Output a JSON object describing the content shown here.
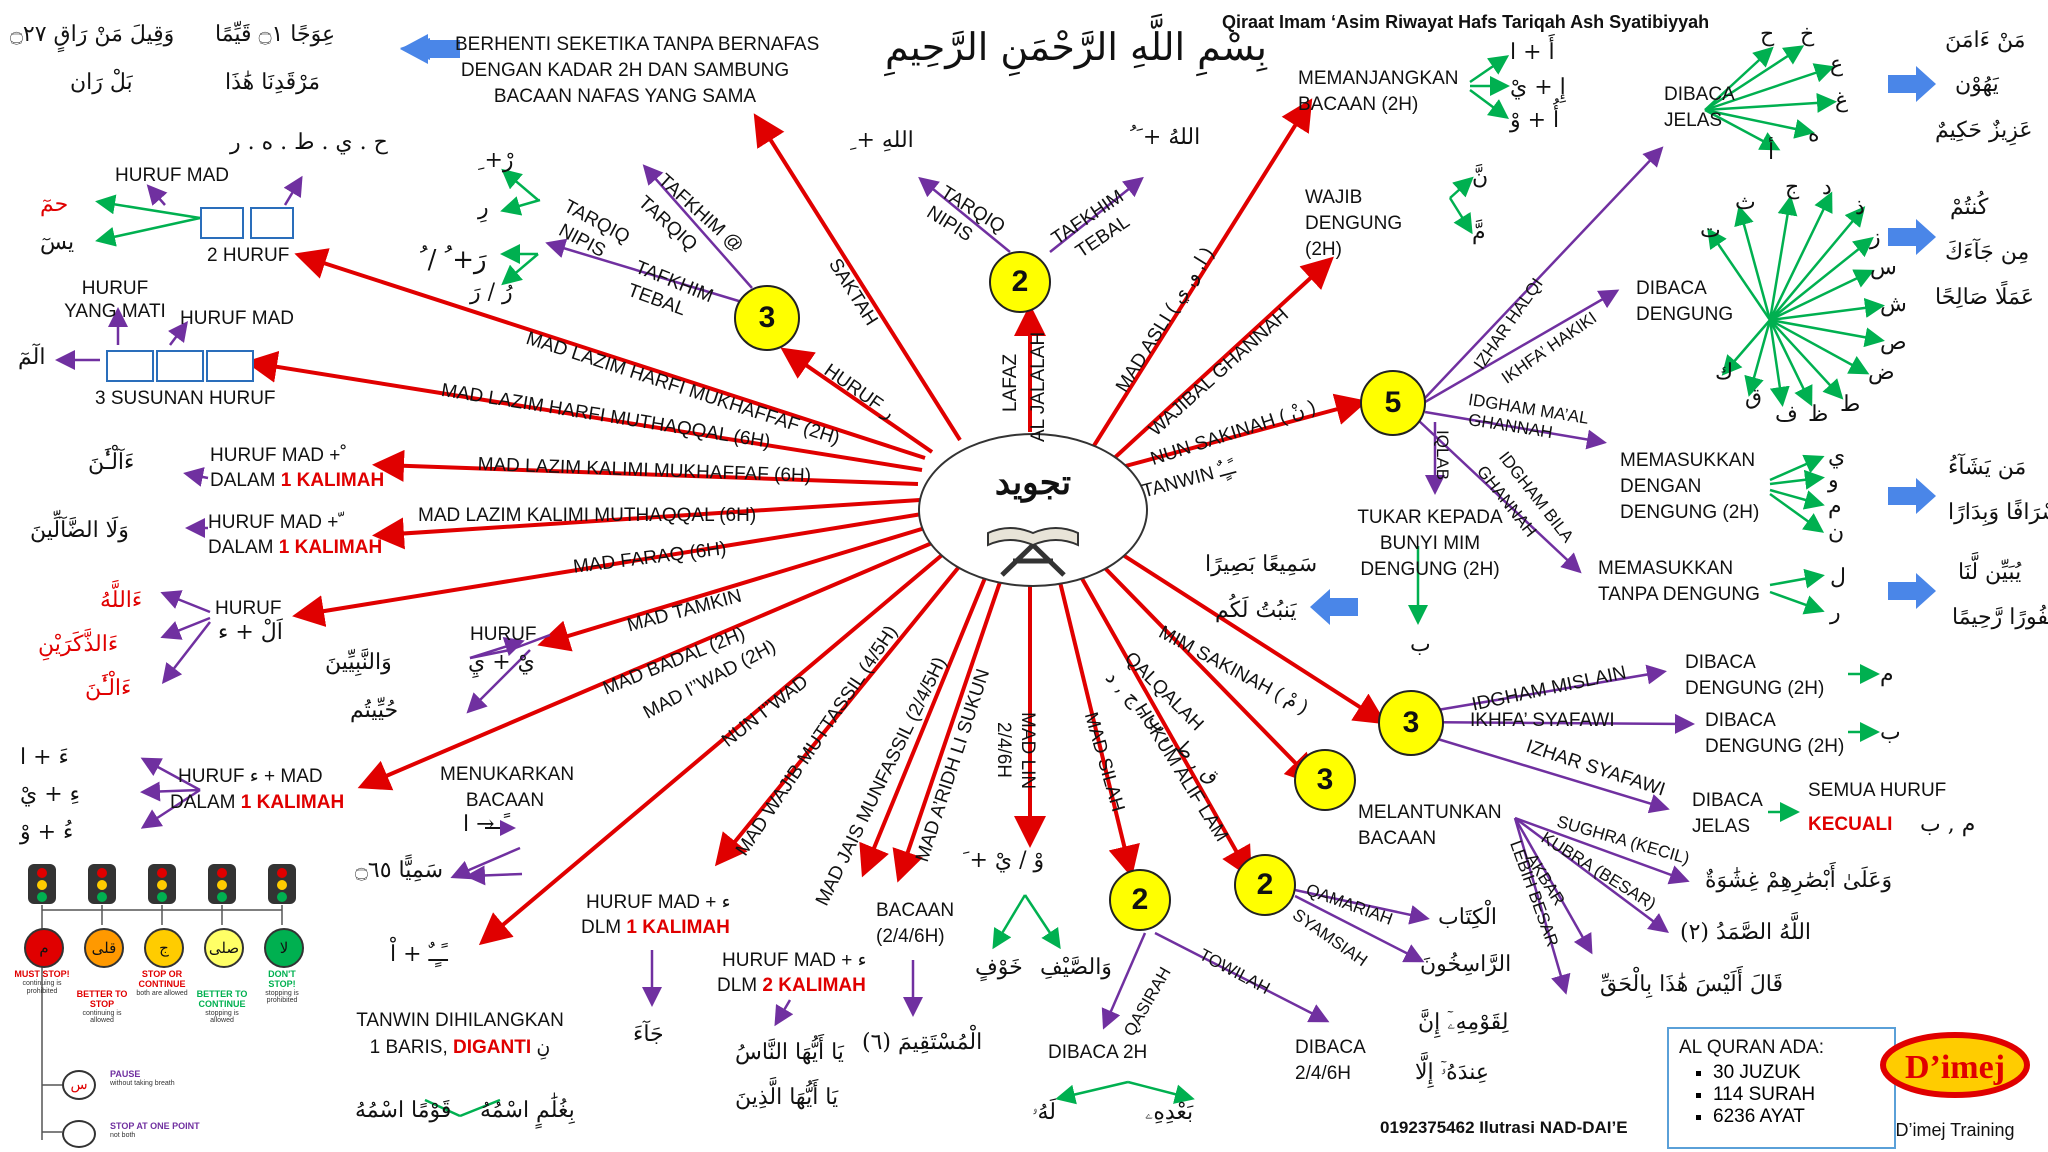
{
  "colors": {
    "red": "#e00000",
    "purple": "#7030a0",
    "green": "#00b050",
    "blue": "#4a86e8",
    "yellow": "#ffff00"
  },
  "header": {
    "basmalah": "بِسْمِ اللَّهِ الرَّحْمَنِ الرَّحِيمِ",
    "subtitle": "Qiraat Imam ‘Asim Riwayat Hafs Tariqah Ash Syatibiyyah"
  },
  "center": {
    "title": "تجويد",
    "icon": "quran-book-icon"
  },
  "badges": {
    "b3_top": "3",
    "b2_top": "2",
    "b5": "5",
    "b3_mim": "3",
    "b3_qal": "3",
    "b2_alif": "2",
    "b2_madsilah": "2"
  },
  "branches": {
    "saktah": "SAKTAH",
    "huruf_ra": "HURUF ر",
    "lafaz": "LAFAZ",
    "aljalalah": "AL JALALAH",
    "mad_asli": "MAD ASLI ( ا, و, ي )",
    "wajibal": "WAJIBAL GHANNAH",
    "nun_sakinah": "NUN SAKINAH ( نْ )",
    "tanwin": "TANWIN ـًـٍـٌ",
    "mad_lazim_hk": "MAD LAZIM HARFI MUKHAFFAF (2H)",
    "mad_lazim_hm": "MAD LAZIM HARFI MUTHAQQAL (6H)",
    "mad_lazim_kk": "MAD LAZIM KALIMI MUKHAFFAF (6H)",
    "mad_lazim_km": "MAD LAZIM KALIMI MUTHAQQAL (6H)",
    "mad_faraq": "MAD  FARAQ (6H)",
    "mad_tamkin": "MAD  TAMKIN",
    "mad_badal": "MAD  BADAL (2H)",
    "mad_iwad": "MAD  I’’WAD (2H)",
    "nun_iwad": "NUN I’’WAD",
    "mad_wajib": "MAD WAJIB MUTTASSIL (4/5H)",
    "mad_jais": "MAD JAIS MUNFASSIL (2/4/5H)",
    "mad_aridh": "MAD A’RIDH LI SUKUN",
    "mad_lin": "MAD LIN",
    "mad_lin_h": "2/4/6H",
    "mad_silah": "MAD SILAH",
    "hukum_alif": "HUKUM ALIF LAM",
    "qalqalah": "QALQALAH",
    "qalqalah_letters": "ق , ط , ب , ج , د",
    "mim_sakinah": "MIM SAKINAH ( مْ )"
  },
  "top_left": {
    "saktah_desc": [
      "BERHENTI SEKETIKA TANPA BERNAFAS",
      "DENGAN KADAR 2H DAN SAMBUNG",
      "BACAAN NAFAS YANG SAMA"
    ],
    "saktah_ar1": "وَقِيلَ مَنْ رَاقٍ ۝٢٧",
    "saktah_ar2": "بَلْ رَان",
    "saktah_ar3": "عِوَجًا ۝١ قَيِّمًا",
    "saktah_ar4": "مَرْقَدِنَا هَٰذَا",
    "huruf_letters": "ح . ي . ط . ه . ر",
    "huruf_mad": "HURUF MAD",
    "two_huruf": "2 HURUF",
    "two_ar1": "حمٓ",
    "two_ar2": "يسٓ",
    "huruf_yang_mati": [
      "HURUF",
      "YANG MATI"
    ],
    "huruf_mad2": "HURUF MAD",
    "three_susunan": "3 SUSUNAN HURUF",
    "three_ar": "الٓمٓ",
    "tarqiq": "TARQIQ",
    "nipis": "NIPIS",
    "tafkhim": "TAFKHIM",
    "tebal": "TEBAL",
    "tafkhim_at": "TAFKHIM @",
    "tarqiq2": "TARQIQ",
    "ra1": "رْ+ ِ",
    "ra2": "رِ",
    "ra3": "رَ+ ُ / ُ",
    "ra4": "رُ / رَ"
  },
  "top_center": {
    "tarqiq": "TARQIQ",
    "nipis": "NIPIS",
    "tafkhim": "TAFKHIM",
    "tebal": "TEBAL",
    "left_ar": "اللهِ + ِ",
    "right_ar": "اللهُ + َ ُ"
  },
  "top_right": {
    "memanjangkan": [
      "MEMANJANGKAN",
      "BACAAN (2H)"
    ],
    "mad_ar1": "أَ + ا",
    "mad_ar2": "إِ + يْ",
    "mad_ar3": "أُ + وْ",
    "wajib": [
      "WAJIB",
      "DENGUNG",
      "(2H)"
    ],
    "wajib_ar1": "نَّ",
    "wajib_ar2": "مَّ",
    "dibaca_jelas": [
      "DIBACA",
      "JELAS"
    ],
    "halq_letters": [
      "ح",
      "خ",
      "ع",
      "غ",
      "ه",
      "أ"
    ],
    "halq_ar": [
      "مَنْ ءَامَنَ",
      "يَهُوْن",
      "عَزِيزٌ حَكِيمٌ"
    ],
    "dibaca_dengung": [
      "DIBACA",
      "DENGUNG"
    ],
    "ikhfa_letters": [
      "ت",
      "ث",
      "ج",
      "د",
      "ذ",
      "ز",
      "س",
      "ش",
      "ص",
      "ض",
      "ط",
      "ظ",
      "ف",
      "ق",
      "ك"
    ],
    "ikhfa_ar": [
      "كُنتُمْ",
      "مِن جَآءَكَ",
      "عَمَلًا صَالِحًا"
    ],
    "izhar_halqi": "IZHAR HALQI",
    "ikhfa_hakiki": "IKHFA’ HAKIKI",
    "idgham_maal": "IDGHAM MA’AL",
    "ghannah": "GHANNAH",
    "iqlab": "IQLAB",
    "idgham_bila": "IDGHAM BILA",
    "ghannah2": "GHANNAH",
    "memasukkan_dengung": [
      "MEMASUKKAN",
      "DENGAN",
      "DENGUNG (2H)"
    ],
    "ymnw": [
      "ي",
      "و",
      "م",
      "ن"
    ],
    "ymnw_ar": [
      "مَن يَشَآءُ",
      "إِسْرَافًا وَبِدَارًا"
    ],
    "tanpa_dengung": [
      "MEMASUKKAN",
      "TANPA DENGUNG"
    ],
    "lr": [
      "ل",
      "ر"
    ],
    "lr_ar": [
      "يُبَيِّن لَّنَا",
      "غَفُورًا رَّحِيمًا"
    ],
    "tukar": [
      "TUKAR KEPADA",
      "BUNYI MIM",
      "DENGUNG (2H)"
    ],
    "tukar_ar": [
      "سَمِيعًا بَصِيرًا",
      "يَنبُتُ لَكُم"
    ],
    "ba": "ب"
  },
  "mim": {
    "idgham_mislain": "IDGHAM MISLAIN",
    "ikhfa_syafawi": "IKHFA’ SYAFAWI",
    "izhar_syafawi": "IZHAR SYAFAWI",
    "dibaca_dengung": [
      "DIBACA",
      "DENGUNG (2H)"
    ],
    "dibaca_dengung2": [
      "DIBACA",
      "DENGUNG (2H)"
    ],
    "dibaca_jelas": [
      "DIBACA",
      "JELAS"
    ],
    "m": "م",
    "b": "ب",
    "semua": "SEMUA HURUF",
    "kecuali": "KECUALI",
    "mb": "م , ب"
  },
  "qalqalah": {
    "melantunkan": [
      "MELANTUNKAN",
      "BACAAN"
    ],
    "sughra": "SUGHRA (KECIL)",
    "kubra": "KUBRA (BESAR)",
    "akbar": "AKBAR",
    "lebih_besar": "LEBIH BESAR",
    "ar1": "وَعَلَىٰ أَبْصَٰرِهِمْ غِشَٰوَةٌ",
    "ar2": "اللَّهُ الصَّمَدُ (٢)",
    "ar3": "قَالَ أَلَيْسَ هَٰذَا بِالْحَقِّ"
  },
  "alif": {
    "qamariah": "QAMARIAH",
    "syamsiah": "SYAMSIAH",
    "ar1": "الْكِتَاب",
    "ar2": "الرَّاسِخُونَ"
  },
  "silah": {
    "qasirah": "QASIRAH",
    "towilah": "TOWILAH",
    "dibaca2h": "DIBACA 2H",
    "dibaca246": [
      "DIBACA",
      "2/4/6H"
    ],
    "ar1": "لَهُۥ",
    "ar2": "بَعْدِهِۦ",
    "ar3": "لِقَوْمِهِۦٓ إِنَّ",
    "ar4": "عِندَهُۥٓ إِلَّا"
  },
  "lin": {
    "ar_top": "وْ / يْ + َ",
    "ar1": "خَوْفٍ",
    "ar2": "وَالصَّيْفِ"
  },
  "aridh": {
    "bacaan": [
      "BACAAN",
      "(2/4/6H)"
    ],
    "ar": "الْمُسْتَقِيمَ (٦)"
  },
  "jais": {
    "label": "HURUF MAD + ء",
    "dlm": "DLM ",
    "kalimah": "2 KALIMAH",
    "ar1": "يَا أَيُّهَا النَّاسُ",
    "ar2": "يَا أَيُّهَا الَّذِينَ"
  },
  "wajib": {
    "label": "HURUF MAD + ء",
    "dlm": "DLM ",
    "kalimah": "1 KALIMAH",
    "ar": "جَآءَ"
  },
  "nun_iwad": {
    "tanwin": "TANWIN DIHILANGKAN",
    "baris": "1 BARIS, ",
    "diganti": "DIGANTI",
    "nun": "نِ",
    "ar1": "قَوْمًا اسْمُهُ",
    "ar2": "بِغُلَٰمٍ اسْمُهُ",
    "ar_top": "ـًـٍـٌ + اْ"
  },
  "iwad": {
    "menukarkan": [
      "MENUKARKAN",
      "BACAAN"
    ],
    "ar": "سَمِيًّا ۝٦٥",
    "ar_top": "ً → ا"
  },
  "badal": {
    "label1": "HURUF  ء  + MAD",
    "label2": "DALAM ",
    "kalimah": "1 KALIMAH",
    "ar": [
      "ءَ + ا",
      "ءِ + يْ",
      "ءُ + وْ"
    ]
  },
  "tamkin": {
    "label": "HURUF",
    "label2": "يْ + يِ",
    "ar1": "وَالنَّبِيِّينَ",
    "ar2": "حُيِّيتُم"
  },
  "faraq": {
    "label": "HURUF",
    "label2": "اَلْ + ء",
    "ar": [
      "ءَاللَّهُ",
      "ءَالذَّكَرَيْنِ",
      "ءَالْـَٰٔنَ"
    ]
  },
  "lazim_km": {
    "l1": "HURUF  MAD  +  ّ",
    "l2": "DALAM ",
    "kalimah": "1 KALIMAH",
    "ar": "وَلَا الضَّآلِّينَ"
  },
  "lazim_kk": {
    "l1": "HURUF  MAD  +  ْ",
    "l2": "DALAM ",
    "kalimah": "1 KALIMAH",
    "ar": "ءَآلْـَٰٔنَ"
  },
  "waqaf": {
    "lights": [
      "م",
      "قلى",
      "ج",
      "صلى",
      "لا"
    ],
    "light_colors": [
      "#e00000",
      "#ff9900",
      "#ffcc00",
      "#ffff66",
      "#00b050"
    ],
    "must_stop": "MUST STOP!",
    "must_sub": "continuing is prohibited",
    "better_stop": "BETTER TO STOP",
    "better_sub": "continuing is allowed",
    "stop_or": "STOP OR CONTINUE",
    "stop_or_sub": "both are allowed",
    "better_cont": "BETTER TO CONTINUE",
    "better_cont_sub": "stopping is allowed",
    "dont_stop": "DON'T STOP!",
    "dont_sub": "stopping is prohibited",
    "pause_glyph": "س",
    "pause": "PAUSE",
    "pause_sub": "without taking breath",
    "stop_one": "STOP AT ONE POINT",
    "stop_one_sub": "not both"
  },
  "info": {
    "title": "AL QURAN ADA:",
    "items": [
      "30 JUZUK",
      "114 SURAH",
      "6236 AYAT"
    ]
  },
  "footer": {
    "credit": "0192375462 Ilutrasi NAD-DAI’E",
    "brand": "D’imej",
    "brand_sub": "D’imej Training"
  }
}
